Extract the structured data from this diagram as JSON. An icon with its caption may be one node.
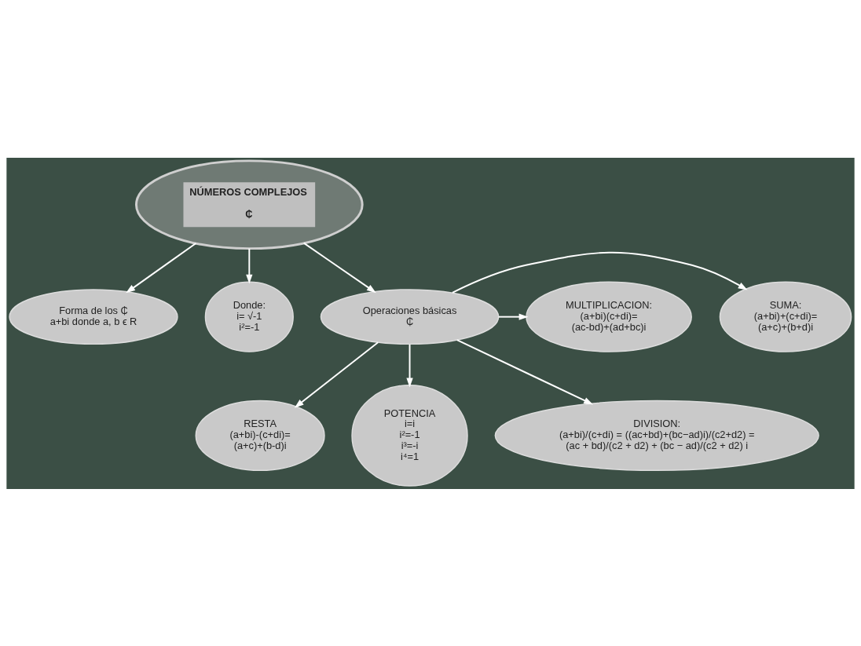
{
  "diagram": {
    "nodes": [
      {
        "text": [
          "NÚMEROS COMPLEJOS",
          "₵"
        ]
      },
      {
        "text": [
          "Forma de los ₵",
          "a+bi donde a, b ϵ R"
        ]
      },
      {
        "text": [
          "Donde:",
          "i= √-1",
          "i²=-1"
        ]
      },
      {
        "text": [
          "Operaciones básicas",
          "₵"
        ]
      },
      {
        "text": [
          "SUMA:",
          "(a+bi)+(c+di)=",
          "(a+c)+(b+d)i"
        ]
      },
      {
        "text": [
          "MULTIPLICACION:",
          "(a+bi)(c+di)=",
          "(ac-bd)+(ad+bc)i"
        ]
      },
      {
        "text": [
          "RESTA",
          "(a+bi)-(c+di)=",
          "(a+c)+(b-d)i"
        ]
      },
      {
        "text": [
          "POTENCIA",
          "i=i",
          "i²=-1",
          "i³=-i",
          "i⁴=1"
        ]
      },
      {
        "text": [
          "DIVISION:",
          "(a+bi)/(c+di) = ((ac+bd)+(bc−ad)i)/(c2+d2) =",
          "(ac + bd)/(c2 + d2) + (bc − ad)/(c2 + d2) i"
        ]
      }
    ],
    "edges": [
      {
        "from": 0,
        "to": 1,
        "arrow": "to"
      },
      {
        "from": 0,
        "to": 2,
        "arrow": "to"
      },
      {
        "from": 0,
        "to": 3,
        "arrow": "to"
      },
      {
        "from": 3,
        "to": 4,
        "arrow": "to"
      },
      {
        "from": 3,
        "to": 5,
        "arrow": "to"
      },
      {
        "from": 3,
        "to": 8,
        "arrow": "to"
      },
      {
        "from": 3,
        "to": 6,
        "arrow": "to"
      },
      {
        "from": 3,
        "to": 7,
        "arrow": "to"
      }
    ]
  }
}
